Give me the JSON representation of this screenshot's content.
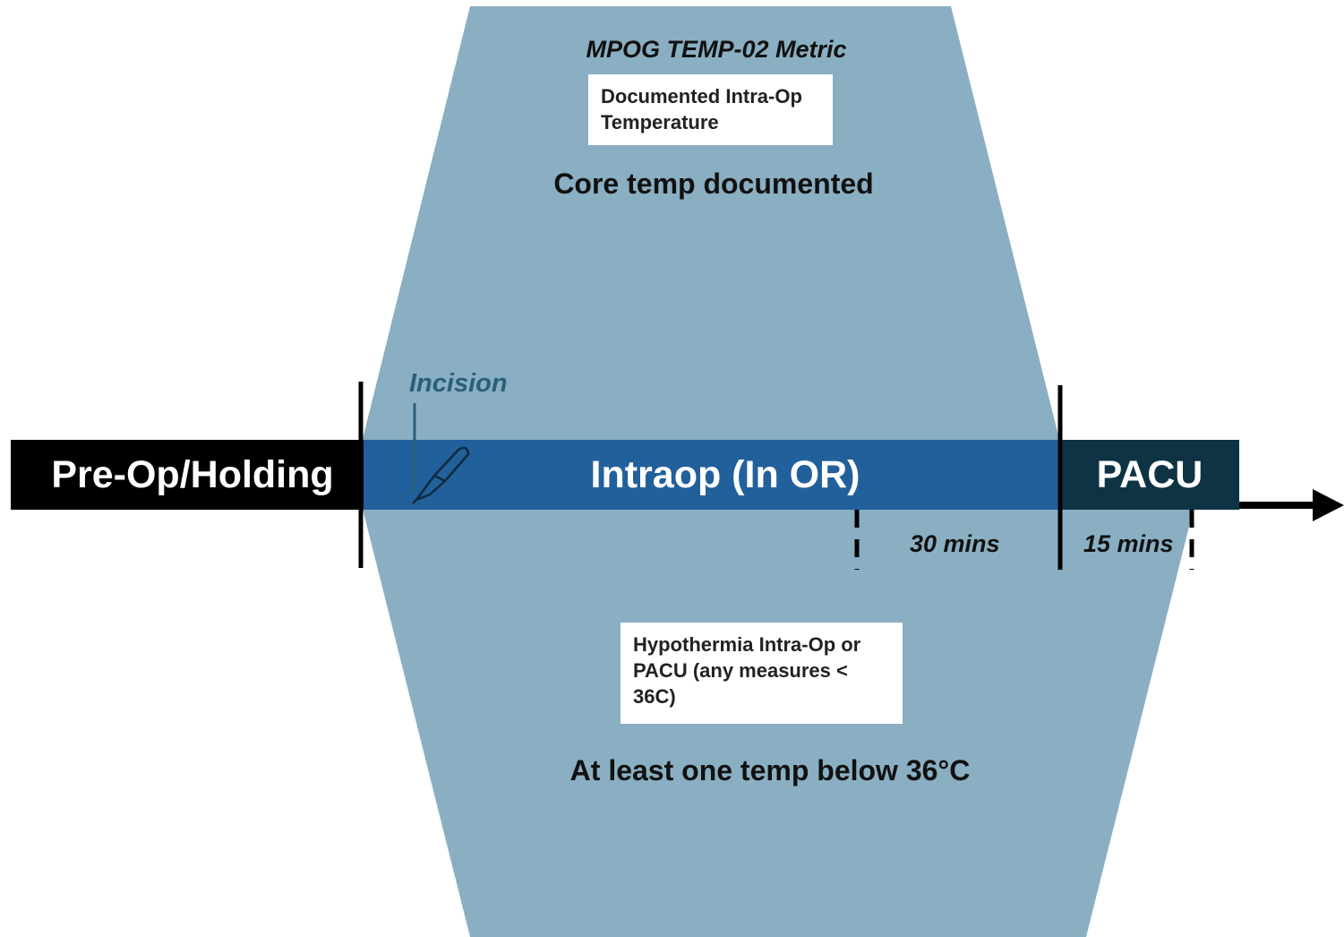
{
  "metric_title": "MPOG TEMP-02 Metric",
  "box_documented": "Documented Intra-Op Temperature",
  "caption_documented": "Core temp documented",
  "box_hypothermia": "Hypothermia Intra-Op or PACU (any measures < 36C)",
  "caption_hypothermia": "At least one temp below 36°C",
  "phases": {
    "preop": "Pre-Op/Holding",
    "intraop": "Intraop (In OR)",
    "pacu": "PACU"
  },
  "incision_label": "Incision",
  "durations": {
    "before_end": "30 mins",
    "after_end": "15 mins"
  },
  "icons": {
    "scalpel": "scalpel-icon",
    "arrow": "arrow-right-icon"
  },
  "colors": {
    "window_fill": "#8aafc2",
    "preop_bar": "#000000",
    "intraop_bar": "#22609c",
    "pacu_bar": "#0e3345",
    "incision_text": "#2a5f7a"
  }
}
